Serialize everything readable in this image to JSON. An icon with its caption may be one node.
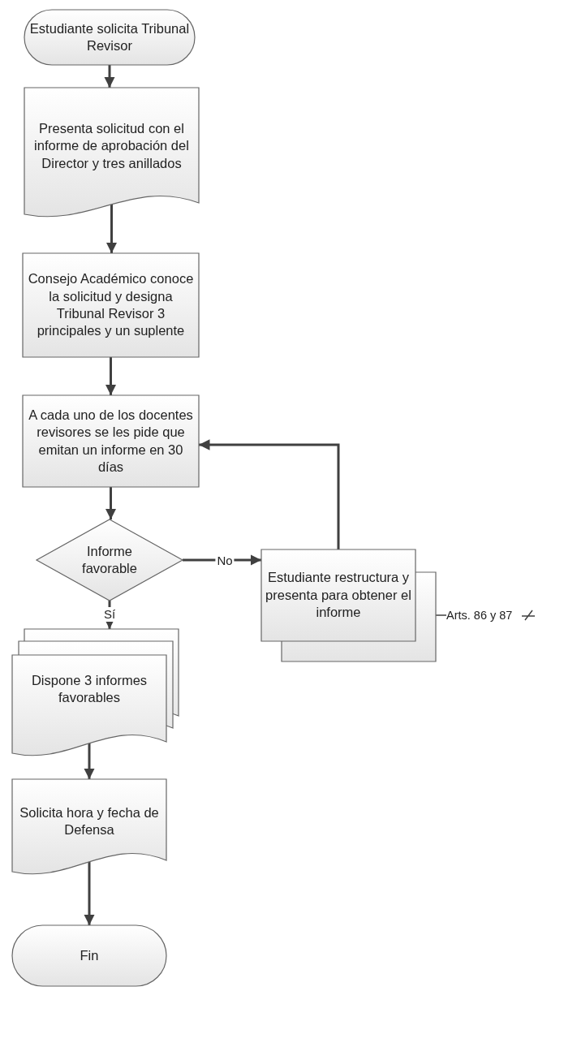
{
  "diagram": {
    "nodes": [
      {
        "text": [
          "Estudiante solicita Tribunal Revisor"
        ]
      },
      {
        "text": [
          "Presenta solicitud con el informe de aprobación del Director y tres anillados"
        ]
      },
      {
        "text": [
          "Consejo Académico conoce la solicitud y designa Tribunal Revisor 3 principales y un suplente"
        ]
      },
      {
        "text": [
          "A cada uno de los docentes revisores se les pide que emitan un informe en 30 días"
        ]
      },
      {
        "text": [
          "Informe favorable"
        ]
      },
      {
        "text": [
          "Estudiante restructura y presenta para obtener el informe"
        ]
      },
      {
        "text": [
          "Arts. 86 y 87"
        ]
      },
      {
        "text": [
          "Dispone 3 informes favorables"
        ]
      },
      {
        "text": [
          "Solicita hora y fecha de Defensa"
        ]
      },
      {
        "text": [
          "Fin"
        ]
      }
    ],
    "edges": [
      {
        "from": 0,
        "to": 1,
        "arrow": "to"
      },
      {
        "from": 1,
        "to": 2,
        "arrow": "to"
      },
      {
        "from": 2,
        "to": 3,
        "arrow": "to"
      },
      {
        "from": 3,
        "to": 4,
        "arrow": "to"
      },
      {
        "from": 4,
        "to": 5,
        "arrow": "to",
        "label": "No"
      },
      {
        "from": 4,
        "to": 7,
        "arrow": "to",
        "label": "Sí"
      },
      {
        "from": 5,
        "to": 3,
        "arrow": "to"
      },
      {
        "from": 7,
        "to": 8,
        "arrow": "to"
      },
      {
        "from": 8,
        "to": 9,
        "arrow": "to"
      },
      {
        "from": 5,
        "to": 6,
        "arrow": "none"
      }
    ]
  }
}
